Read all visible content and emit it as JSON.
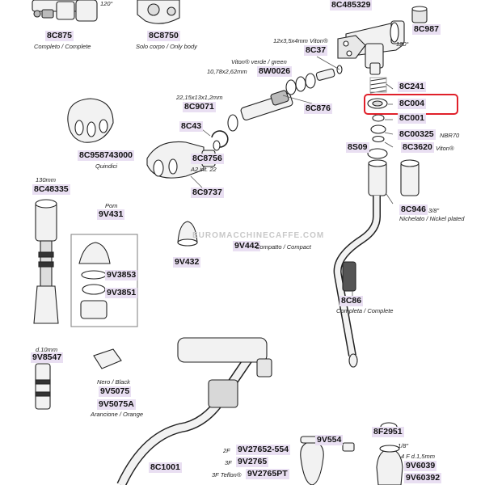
{
  "codes": {
    "c8C875": "8C875",
    "c8C8750": "8C8750",
    "c8C485329": "8C485329",
    "c8C987": "8C987",
    "c8C37": "8C37",
    "c8W0026": "8W0026",
    "c8C241": "8C241",
    "c8C9071": "8C9071",
    "c8C876": "8C876",
    "c8C004": "8C004",
    "c8C43": "8C43",
    "c8C001": "8C001",
    "c8C00325": "8C00325",
    "c8S09": "8S09",
    "c8C3620": "8C3620",
    "c8C958743000": "8C958743000",
    "c8C8756": "8C8756",
    "c8C9737": "8C9737",
    "c8C48335": "8C48335",
    "c9V431": "9V431",
    "c8C946": "8C946",
    "c9V442": "9V442",
    "c9V432": "9V432",
    "c9V3853": "9V3853",
    "c9V3851": "9V3851",
    "c8C86": "8C86",
    "c9V8547": "9V8547",
    "c9V5075": "9V5075",
    "c9V5075A": "9V5075A",
    "c8F2951": "8F2951",
    "c9V27652": "9V27652-554",
    "c9V554": "9V554",
    "c9V2765": "9V2765",
    "c9V6039": "9V6039",
    "c8C1001": "8C1001",
    "c9V2765PT": "9V2765PT",
    "c9V60392": "9V60392"
  },
  "notes": {
    "n120a": "120°",
    "completo": "Completo / Complete",
    "solocorpo": "Solo corpo / Only body",
    "n12x35": "12x3,5x4mm Viton®",
    "vitonverde": "Viton® verde / green",
    "n1078": "10,78x2,62mm",
    "n120b": "120°",
    "n2215": "22,15x13x1,2mm",
    "nbr70": "NBR70",
    "viton": "Viton®",
    "quindici": "Quindici",
    "a2int": "A2 int. 22",
    "n130": "130mm",
    "pom": "Pom",
    "n38": "3/8\"",
    "nichelato": "Nichelato / Nickel plated",
    "compatto": "Compatto / Compact",
    "completa": "Completa / Complete",
    "d10": "d.10mm",
    "neroblack": "Nero / Black",
    "arancione": "Arancione / Orange",
    "n18": "1/8\"",
    "n4f": "4 F d.1,5mm",
    "n2f": "2F",
    "n3f": "3F",
    "n3fteflon": "3F Teflon®"
  },
  "watermark": "EUROMACCHINECAFFE.COM",
  "colors": {
    "highlight": "#e0202a",
    "label_bg": "#e9dff2",
    "part_fill": "#f2f2f2",
    "outline": "#222222"
  }
}
